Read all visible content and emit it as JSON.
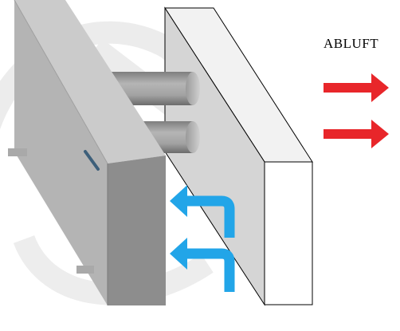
{
  "diagram": {
    "label_exhaust": "ABLUFT"
  },
  "colors": {
    "exhaust_arrow": "#e8262a",
    "intake_arrow": "#22a5e8",
    "wall_face": "#d6d6d6",
    "unit_body": "#b9b9b9",
    "unit_dark": "#8f8f8f",
    "watermark": "#dcdcdc"
  },
  "icons": {
    "exhaust_arrows": "right-arrow",
    "intake_arrows": "curved-left-arrow"
  }
}
